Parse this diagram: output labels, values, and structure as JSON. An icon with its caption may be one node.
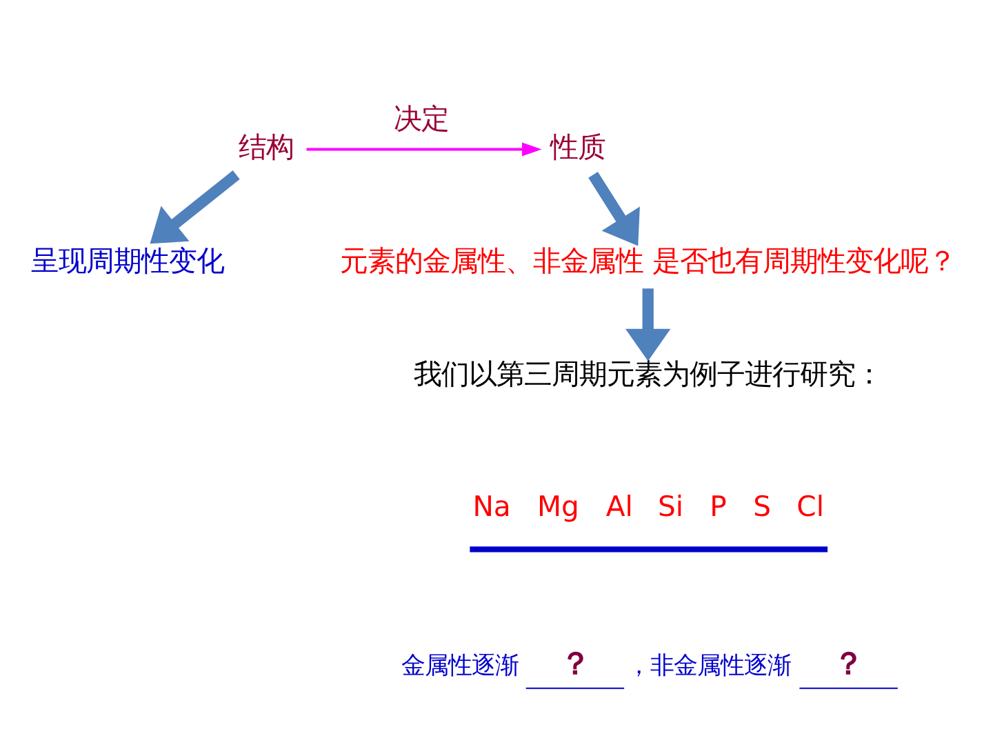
{
  "diagram": {
    "nodes": [
      {
        "text": [
          "结构"
        ]
      },
      {
        "text": [
          "性质"
        ]
      },
      {
        "text": [
          "呈现周期性变化"
        ]
      },
      {
        "text": [
          "元素的金属性、非金属性 是否也有周期性变化呢？"
        ]
      },
      {
        "text": [
          "我们以第三周期元素为例子进行研究："
        ]
      }
    ],
    "edges": [
      {
        "from": 0,
        "to": 1,
        "arrow": "to",
        "label": "决定",
        "color": "#ff00ff"
      },
      {
        "from": 0,
        "to": 2,
        "arrow": "to"
      },
      {
        "from": 1,
        "to": 3,
        "arrow": "to"
      },
      {
        "from": 3,
        "to": 4,
        "arrow": "to"
      }
    ],
    "labels": [
      "Na",
      "Mg",
      "Al",
      "Si",
      "P",
      "S",
      "Cl",
      "金属性逐渐",
      "？",
      "，非金属性逐渐",
      "？"
    ]
  }
}
